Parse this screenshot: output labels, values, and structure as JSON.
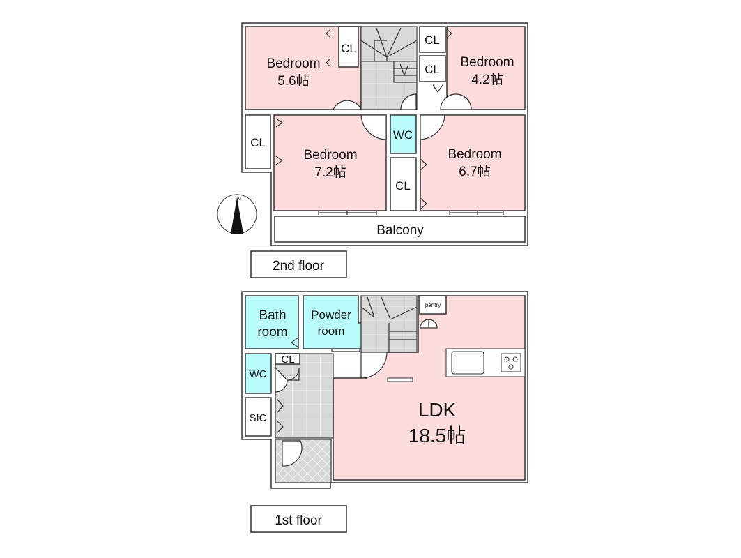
{
  "second_floor": {
    "label": "2nd floor",
    "rooms": {
      "bedroom_nw": {
        "name": "Bedroom",
        "size": "5.6帖"
      },
      "bedroom_ne": {
        "name": "Bedroom",
        "size": "4.2帖"
      },
      "bedroom_sw": {
        "name": "Bedroom",
        "size": "7.2帖"
      },
      "bedroom_se": {
        "name": "Bedroom",
        "size": "6.7帖"
      },
      "cl": "CL",
      "wc": "WC",
      "balcony": "Balcony"
    },
    "compass": "N"
  },
  "first_floor": {
    "label": "1st floor",
    "rooms": {
      "bath": [
        "Bath",
        "room"
      ],
      "powder": [
        "Powder",
        "room"
      ],
      "pantry": "pantry",
      "wc": "WC",
      "cl": "CL",
      "sic": "SIC",
      "ldk": {
        "name": "LDK",
        "size": "18.5帖"
      }
    }
  },
  "colors": {
    "bedroom": "#fcdcdc",
    "wet_area": "#b8fcfc",
    "hall": "#d8d8d8"
  }
}
